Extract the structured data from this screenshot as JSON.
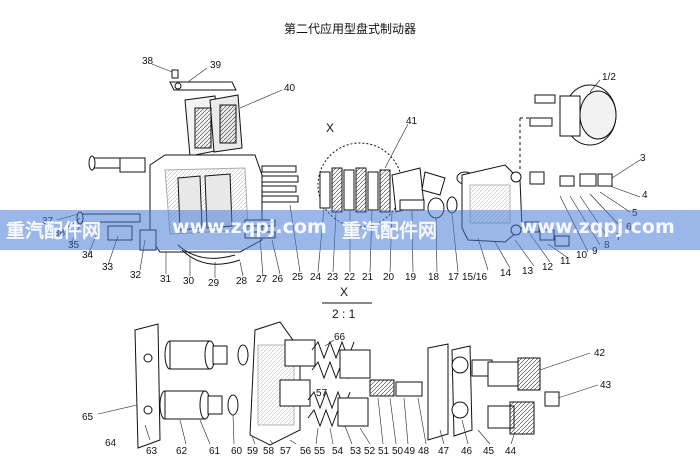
{
  "title": "第二代应用型盘式制动器",
  "detail_label": "X",
  "detail_marker": "X",
  "detail_scale": "2 : 1",
  "watermark": {
    "left_text": "重汽配件网",
    "center_text": "www.zqpj.com",
    "right_text": "重汽配件网",
    "url_right": "www.zqpj.com",
    "band_color": "#487ad6"
  },
  "callouts_upper": [
    "38",
    "39",
    "40",
    "41",
    "1/2",
    "3",
    "4",
    "5",
    "6",
    "7",
    "8",
    "9",
    "10",
    "11",
    "12",
    "13",
    "14",
    "15/16",
    "17",
    "18",
    "19",
    "20",
    "21",
    "22",
    "23",
    "24",
    "25",
    "26",
    "27",
    "28",
    "29",
    "30",
    "31",
    "32",
    "33",
    "34",
    "35",
    "36",
    "37"
  ],
  "callouts_lower": [
    "42",
    "43",
    "44",
    "45",
    "46",
    "47",
    "48",
    "49",
    "50",
    "51",
    "52",
    "53",
    "54",
    "55",
    "56",
    "57",
    "58",
    "59",
    "60",
    "61",
    "62",
    "63",
    "64",
    "65",
    "66",
    "57"
  ]
}
